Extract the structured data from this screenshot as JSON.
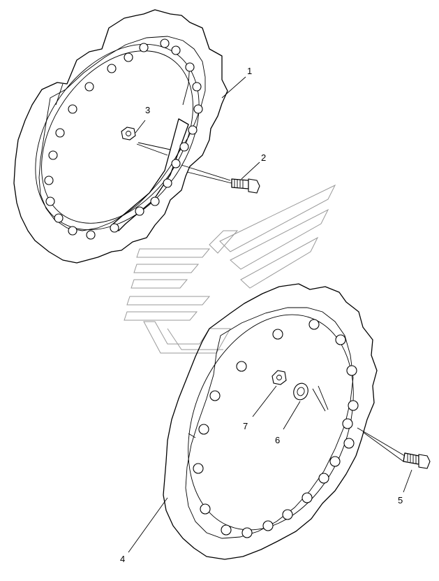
{
  "callouts": [
    {
      "id": "1",
      "label": "1"
    },
    {
      "id": "2",
      "label": "2"
    },
    {
      "id": "3",
      "label": "3"
    },
    {
      "id": "4",
      "label": "4"
    },
    {
      "id": "5",
      "label": "5"
    },
    {
      "id": "6",
      "label": "6"
    },
    {
      "id": "7",
      "label": "7"
    }
  ],
  "icons": {
    "upper": "segmented-sprocket-icon",
    "lower": "one-piece-sprocket-icon",
    "watermark": "manufacturer-logo-watermark"
  }
}
